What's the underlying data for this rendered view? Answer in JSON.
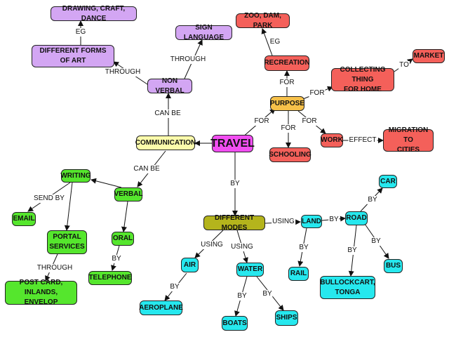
{
  "colors": {
    "purple": "#d3a6f3",
    "red": "#f4605a",
    "orange": "#f7c14a",
    "yellow": "#fbfbab",
    "magenta": "#f24ef2",
    "green": "#55e62d",
    "olive": "#b4b41c",
    "cyan": "#26e8ee"
  },
  "nodes": {
    "travel": "TRAVEL",
    "communication": "COMMUNICATION",
    "non_verbal": "NON VERBAL",
    "sign_language": "SIGN LANGUAGE",
    "different_forms_of_art": "DIFFERENT FORMS\nOF ART",
    "drawing_craft_dance": "DRAWING, CRAFT, DANCE",
    "verbal": "VERBAL",
    "writing": "WRITING",
    "email": "EMAIL",
    "portal_services": "PORTAL\nSERVICES",
    "post_card": "POST CARD, INLANDS,\nENVELOP",
    "oral": "ORAL",
    "telephone": "TELEPHONE",
    "purpose": "PURPOSE",
    "recreation": "RECREATION",
    "zoo_dam_park": "ZOO, DAM, PARK",
    "collecting_thing": "COLLECTING THING\nFOR HOME",
    "market": "MARKET",
    "schooling": "SCHOOLING",
    "work": "WORK",
    "migration_to_cities": "MIGRATION TO\nCITIES",
    "different_modes": "DIFFERENT MODES",
    "land": "LAND",
    "road": "ROAD",
    "car": "CAR",
    "bus": "BUS",
    "bullockcart_tonga": "BULLOCKCART,\nTONGA",
    "rail": "RAIL",
    "air": "AIR",
    "aeroplane": "AEROPLANE",
    "water": "WATER",
    "boats": "BOATS",
    "ships": "SHIPS"
  },
  "links": {
    "eg": "EG",
    "through": "THROUGH",
    "can_be": "CAN BE",
    "send_by": "SEND BY",
    "by": "BY",
    "for": "FOR",
    "to": "TO",
    "effect": "EFFECT",
    "using": "USING"
  }
}
